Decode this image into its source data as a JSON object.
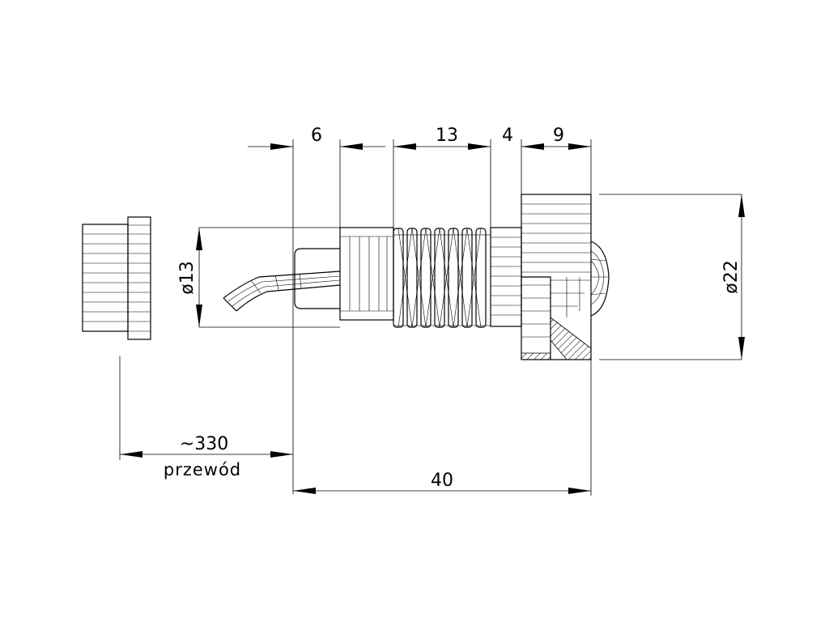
{
  "dimensions": {
    "dim_6": "6",
    "dim_13": "13",
    "dim_4": "4",
    "dim_9": "9",
    "dia_13": "ø13",
    "dia_22": "ø22",
    "cable_length": "~330",
    "cable_word": "przewód",
    "total_length": "40"
  }
}
